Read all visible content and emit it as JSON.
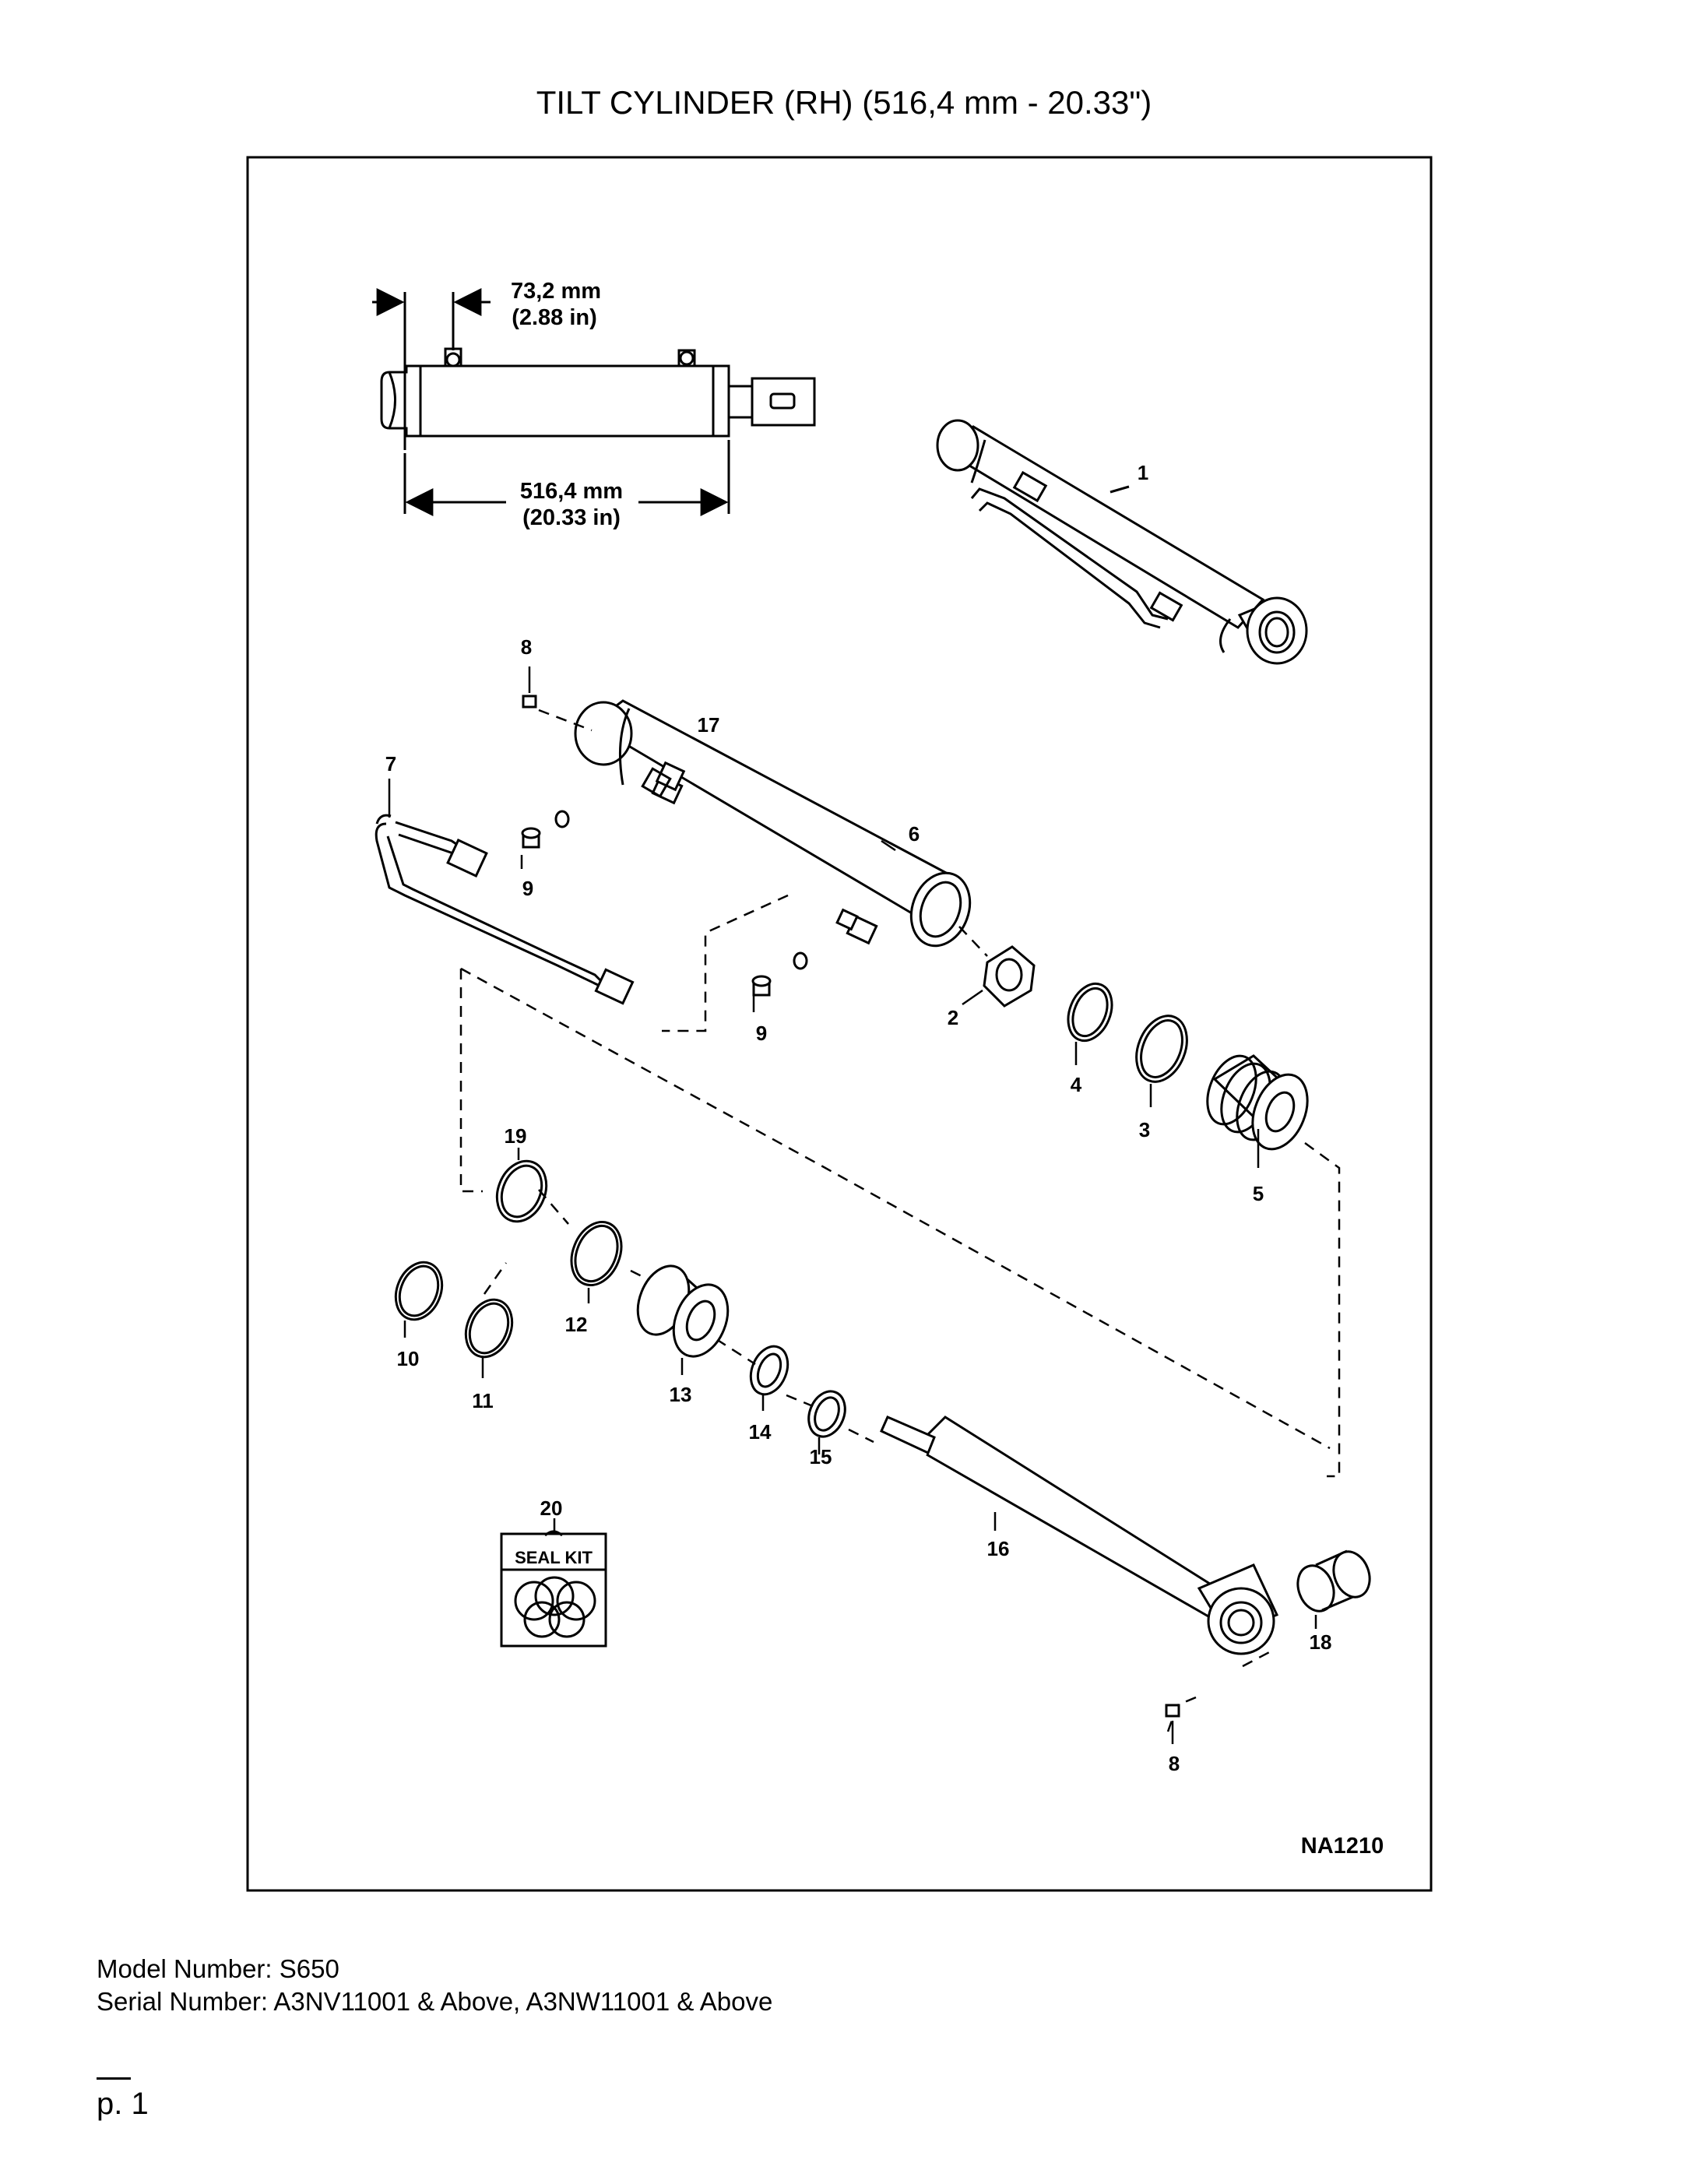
{
  "title": "TILT CYLINDER (RH) (516,4 mm - 20.33\")",
  "dimensions": {
    "offset_mm": "73,2 mm",
    "offset_in": "(2.88 in)",
    "length_mm": "516,4 mm",
    "length_in": "(20.33 in)"
  },
  "callouts": {
    "c1": "1",
    "c2": "2",
    "c3": "3",
    "c4": "4",
    "c5": "5",
    "c6": "6",
    "c7": "7",
    "c8a": "8",
    "c8b": "8",
    "c9a": "9",
    "c9b": "9",
    "c10": "10",
    "c11": "11",
    "c12": "12",
    "c13": "13",
    "c14": "14",
    "c15": "15",
    "c16": "16",
    "c17": "17",
    "c18": "18",
    "c19": "19",
    "c20": "20"
  },
  "seal_kit_label": "SEAL KIT",
  "drawing_number": "NA1210",
  "footer": {
    "model": "Model Number: S650",
    "serial": "Serial Number: A3NV11001 & Above, A3NW11001 & Above"
  },
  "page": "p. 1"
}
